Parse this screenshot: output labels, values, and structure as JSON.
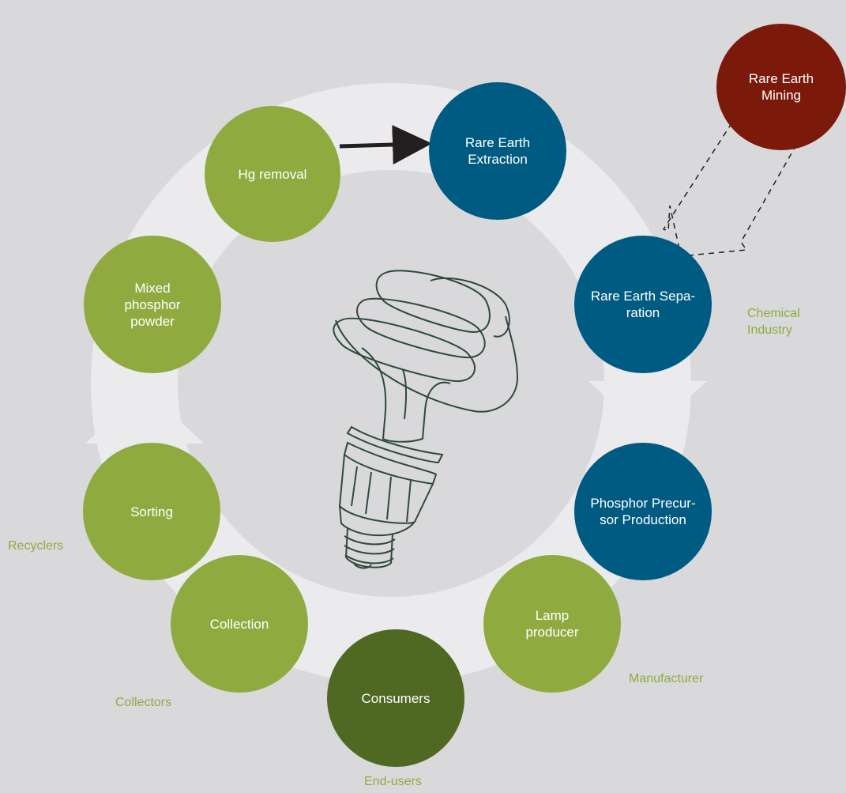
{
  "colors": {
    "background": "#d9d9db",
    "ring": "#ebebed",
    "recycling_green": "#8fab40",
    "consumer_green": "#4f6822",
    "industry_blue": "#005b82",
    "mining_red": "#7b1a0b",
    "role_label": "#8fab40"
  },
  "nodes": {
    "hg_removal": "Hg removal",
    "rare_earth_extraction": "Rare Earth\nExtraction",
    "rare_earth_mining": "Rare Earth\nMining",
    "rare_earth_separation": "Rare Earth Sepa-\nration",
    "phosphor_precursor": "Phosphor Precur-\nsor Production",
    "lamp_producer": "Lamp\nproducer",
    "consumers": "Consumers",
    "collection": "Collection",
    "sorting": "Sorting",
    "mixed_phosphor": "Mixed\nphosphor\npowder"
  },
  "roles": {
    "chemical_industry": "Chemical\nIndustry",
    "manufacturer": "Manufacturer",
    "end_users": "End-users",
    "collectors": "Collectors",
    "recyclers": "Recyclers"
  },
  "center_image": "cfl-bulb-illustration"
}
